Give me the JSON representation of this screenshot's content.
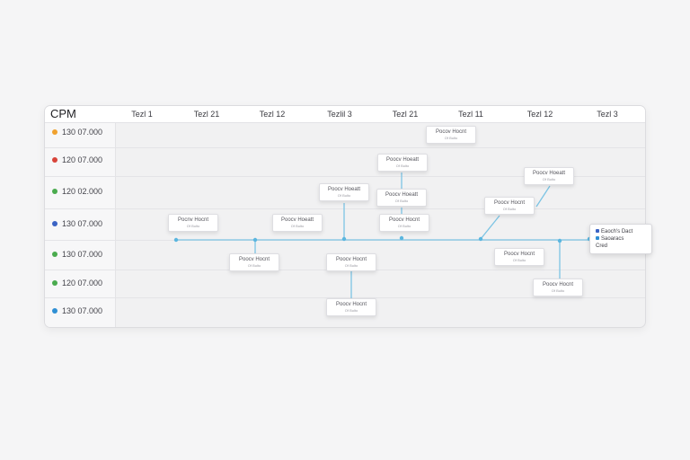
{
  "app": {
    "title": "CPM"
  },
  "columns": [
    "Tezl 1",
    "Tezl 21",
    "Tezl 12",
    "Tezlil 3",
    "Tezl 21",
    "Tezl 11",
    "Tezl 12",
    "Tezl 3"
  ],
  "rows": [
    {
      "label": "130 07.000",
      "color": "#f0a12e"
    },
    {
      "label": "120 07.000",
      "color": "#d8443a"
    },
    {
      "label": "120 02.000",
      "color": "#4aab4e"
    },
    {
      "label": "130 07.000",
      "color": "#3b63c4"
    },
    {
      "label": "130 07.000",
      "color": "#4aab4e"
    },
    {
      "label": "120 07.000",
      "color": "#4aab4e"
    },
    {
      "label": "130 07.000",
      "color": "#2f8fd4"
    }
  ],
  "tasks": [
    {
      "title": "Pocnv Hocnt",
      "sub": "Of Bulto"
    },
    {
      "title": "Poocv Hoeatt",
      "sub": "Of Bulto"
    },
    {
      "title": "Poocv Hocnt",
      "sub": "Of Bulto"
    },
    {
      "title": "Poocv Hoeatt",
      "sub": "Of Bulto"
    },
    {
      "title": "Poocv Hocnt",
      "sub": "Of Bulto"
    },
    {
      "title": "Poocv Hocnt",
      "sub": "Of Bulto"
    },
    {
      "title": "Poocv Hoeatt",
      "sub": "Of Bulto"
    },
    {
      "title": "Pocov Hocnt",
      "sub": "Of Bulto"
    },
    {
      "title": "Poocv Hoeatt",
      "sub": "Of Bulto"
    },
    {
      "title": "Poocv Hocnt",
      "sub": "Of Bulto"
    },
    {
      "title": "Poocv Hoeatt",
      "sub": "Of Bulto"
    },
    {
      "title": "Poocv Hocnt",
      "sub": "Of Bulto"
    },
    {
      "title": "Poocv Hocnt",
      "sub": "Of Bulto"
    },
    {
      "title": "Poocv Hocnt",
      "sub": "Of Bulto"
    }
  ],
  "callout": {
    "line1": "Eaoch's Dact",
    "line2": "Saoaracs",
    "line3": "Cred",
    "icon1_color": "#3b63c4",
    "icon2_color": "#2f8fd4"
  },
  "colors": {
    "connector": "#7cc4e4",
    "node": "#5bb6df"
  }
}
